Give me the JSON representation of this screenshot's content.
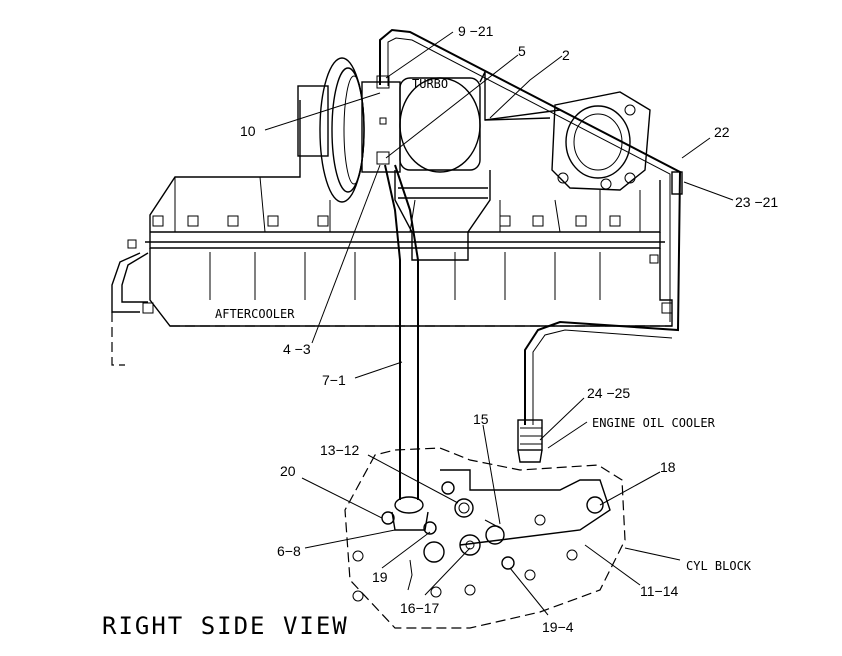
{
  "title": "RIGHT SIDE VIEW",
  "components": {
    "turbo": "TURBO",
    "aftercooler": "AFTERCOOLER",
    "engine_oil_cooler": "ENGINE OIL COOLER",
    "cyl_block": "CYL BLOCK"
  },
  "callouts": [
    "9 −21",
    "5",
    "2",
    "10",
    "22",
    "23 −21",
    "4 −3",
    "7−1",
    "24 −25",
    "15",
    "13−12",
    "20",
    "18",
    "6−8",
    "19",
    "16−17",
    "11−14",
    "19−4"
  ]
}
